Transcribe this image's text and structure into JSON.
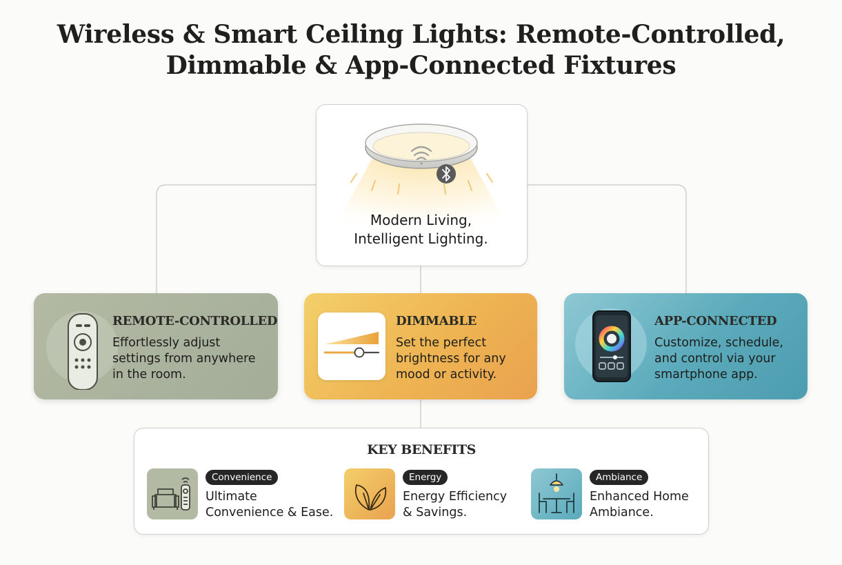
{
  "title": {
    "line1": "Wireless & Smart Ceiling Lights: Remote-Controlled,",
    "line2": "Dimmable & App-Connected Fixtures"
  },
  "center": {
    "line1": "Modern Living,",
    "line2": "Intelligent Lighting.",
    "icons": [
      "ceiling-light-icon",
      "wifi-icon",
      "bluetooth-icon"
    ]
  },
  "features": [
    {
      "title": "REMOTE-CONTROLLED",
      "lines": [
        "Effortlessly adjust",
        "settings from anywhere",
        "in the room."
      ],
      "icon": "remote-control-icon",
      "color": "#a9b29d"
    },
    {
      "title": "DIMMABLE",
      "lines": [
        "Set the perfect",
        "brightness for any",
        "mood or activity."
      ],
      "icon": "dimmer-slider-icon",
      "color": "#eeb452"
    },
    {
      "title": "APP-CONNECTED",
      "lines": [
        "Customize, schedule,",
        "and control via your",
        "smartphone app."
      ],
      "icon": "smartphone-app-icon",
      "color": "#5aaabb"
    }
  ],
  "benefits": {
    "title": "KEY BENEFITS",
    "items": [
      {
        "tag": "Convenience",
        "lines": [
          "Ultimate",
          "Convenience & Ease."
        ],
        "icon": "sofa-remote-icon",
        "color": "#b3baa4"
      },
      {
        "tag": "Energy",
        "lines": [
          "Energy Efficiency",
          "& Savings."
        ],
        "icon": "leaf-icon",
        "color": "#eeb452"
      },
      {
        "tag": "Ambiance",
        "lines": [
          "Enhanced Home",
          "Ambiance."
        ],
        "icon": "dining-ambiance-icon",
        "color": "#6fb0c0"
      }
    ]
  }
}
